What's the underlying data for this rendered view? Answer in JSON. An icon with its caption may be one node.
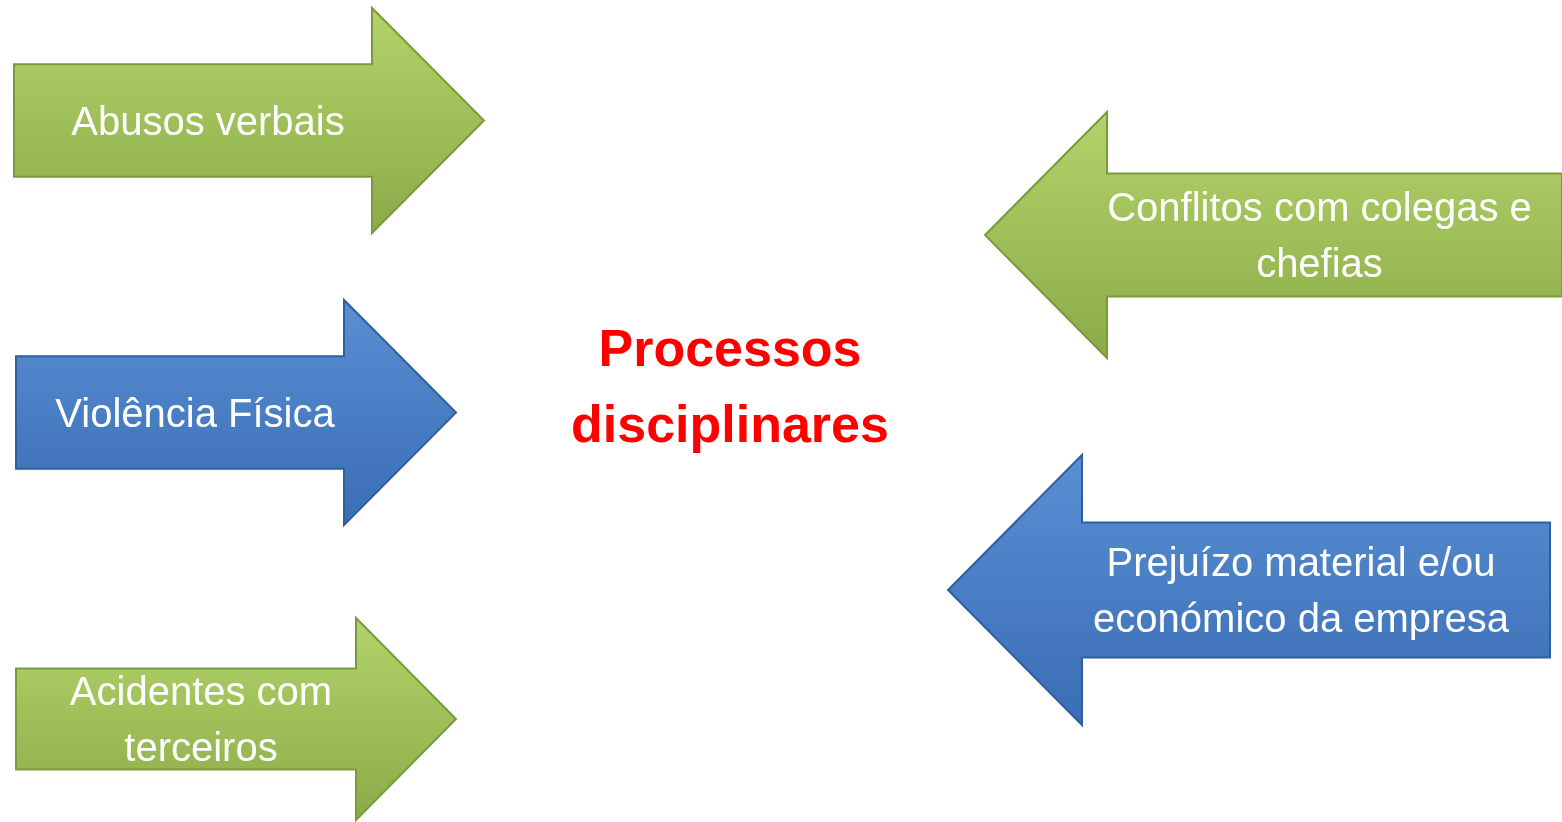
{
  "diagram": {
    "nodes": [
      {
        "text": [
          "Abusos verbais"
        ]
      },
      {
        "text": [
          "Conflitos com colegas e chefias"
        ]
      },
      {
        "text": [
          "Violência Física"
        ]
      },
      {
        "text": [
          "Processos disciplinares"
        ]
      },
      {
        "text": [
          "Prejuízo material e/ou económico da empresa"
        ]
      },
      {
        "text": [
          "Acidentes com terceiros"
        ]
      }
    ]
  }
}
